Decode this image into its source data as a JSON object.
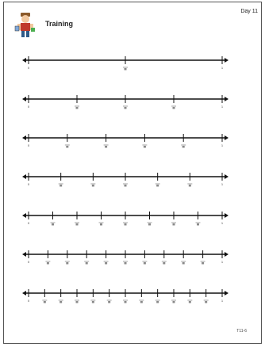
{
  "header": {
    "title": "Training",
    "day": "Day 11"
  },
  "footer": {
    "code": "T11-6"
  },
  "number_lines": [
    {
      "divisions": 2
    },
    {
      "divisions": 4
    },
    {
      "divisions": 5
    },
    {
      "divisions": 6
    },
    {
      "divisions": 8
    },
    {
      "divisions": 10
    },
    {
      "divisions": 12
    }
  ]
}
